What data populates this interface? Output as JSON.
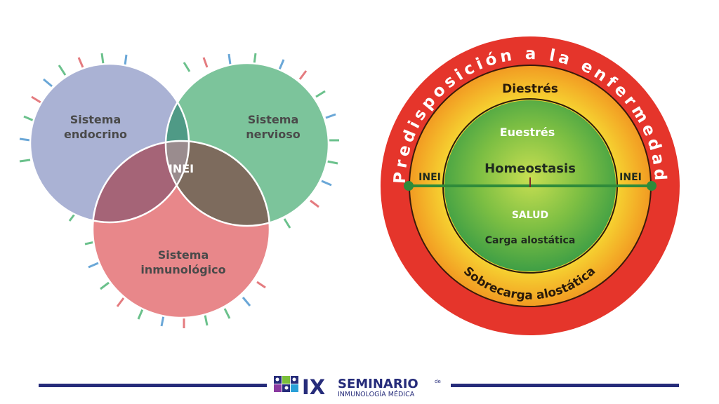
{
  "venn": {
    "endocrine": "Sistema\nendocrino",
    "nervous": "Sistema\nnervioso",
    "immune": "Sistema\ninmunológico",
    "center": "INEI"
  },
  "rings": {
    "outer_arc": "Predisposición a la enfermedad",
    "distress": "Diestrés",
    "eustress": "Euestrés",
    "homeostasis": "Homeostasis",
    "health": "SALUD",
    "allostatic_load": "Carga alostática",
    "allostatic_overload": "Sobrecarga alostática",
    "inei_left": "INEI",
    "inei_right": "INEI"
  },
  "footer": {
    "numeral": "IX",
    "title": "SEMINARIO",
    "small_de": "de",
    "subtitle": "INMUNOLOGÍA MÉDICA"
  },
  "colors": {
    "endocrine": "#aab2d4",
    "nervous": "#7cc49b",
    "immune": "#e8878a",
    "ring_red": "#e5352b",
    "ring_orange": "#f39a23",
    "ring_yellow": "#f5e33a",
    "core_green": "#4aa84a",
    "footer_navy": "#262c7a"
  }
}
